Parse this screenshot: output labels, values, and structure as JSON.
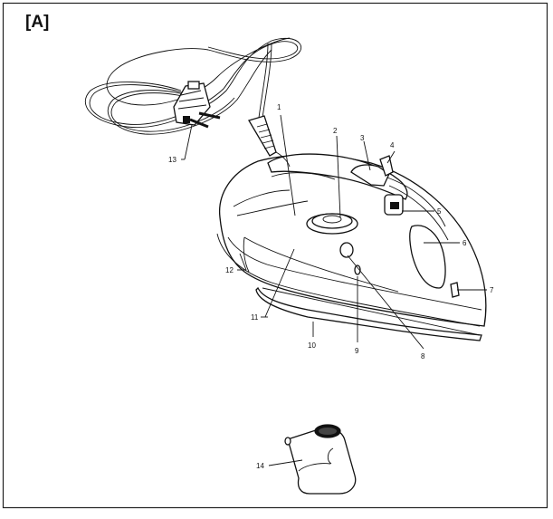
{
  "panel_label": "[A]",
  "callouts": {
    "c1": "1",
    "c2": "2",
    "c3": "3",
    "c4": "4",
    "c5": "5",
    "c6": "6",
    "c7": "7",
    "c8": "8",
    "c9": "9",
    "c10": "10",
    "c11": "11",
    "c12": "12",
    "c13": "13",
    "c14": "14"
  }
}
